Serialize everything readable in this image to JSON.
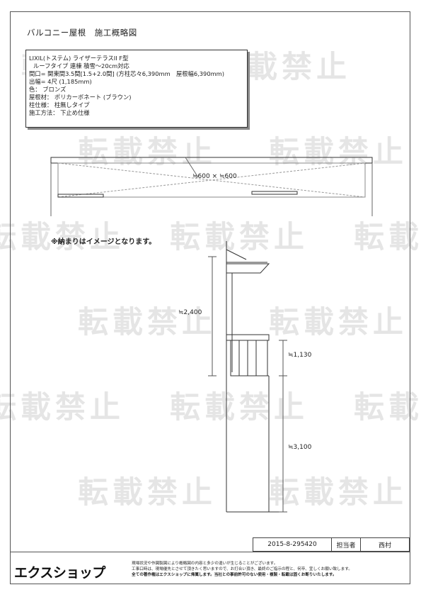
{
  "page": {
    "title": "バルコニー屋根　施工概略図"
  },
  "spec": {
    "lines": [
      "LIXIL(トステム) ライザーテラスII F型",
      "ルーフタイプ 連棟 積雪～20cm対応",
      "間口= 関東間3.5間[1.5+2.0間] (方柱芯々6,390mm　屋根幅6,390mm)",
      "出幅= 4尺 (1,185mm)",
      "色： ブロンズ",
      "屋根材： ポリカーボネート (ブラウン)",
      "柱仕様： 柱無しタイプ",
      "施工方法： 下止め仕様"
    ]
  },
  "plan": {
    "panel_label": "≒600 × ≒600"
  },
  "note": "※納まりはイメージとなります。",
  "section": {
    "dim_total_height": "≒2,400",
    "dim_rail_height": "≒1,130",
    "dim_floor_height": "≒3,100"
  },
  "footer": {
    "doc_number": "2015-8-295420",
    "person_label": "担当者",
    "person_name": "西村",
    "logo": "エクスショップ",
    "notice_lines": [
      "現場状況や作図製図により概略図の内容と多少の違いが生じることがございます。",
      "工事口時は、現場優先とさせて頂きたく思いますので、お打合い頂き、最終のご指示の程と、何卒、宜しくお願い致します。",
      "全ての著作権はエクスショップに帰属します。当社との事前許可のない使用・複製・転載は固くお断りいたします。"
    ]
  },
  "watermark": "転載禁止"
}
